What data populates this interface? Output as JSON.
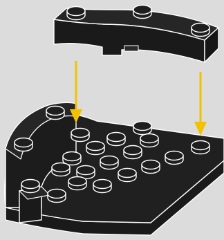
{
  "scene": {
    "background": "#dcdcdc",
    "brick_fill": "#1e1e1e",
    "brick_outline": "#ffffff",
    "arrow_color": "#f2c200",
    "top_piece": "curved-arch-brick",
    "base_piece": "half-round-plate"
  },
  "step": {
    "arrows": 2
  }
}
